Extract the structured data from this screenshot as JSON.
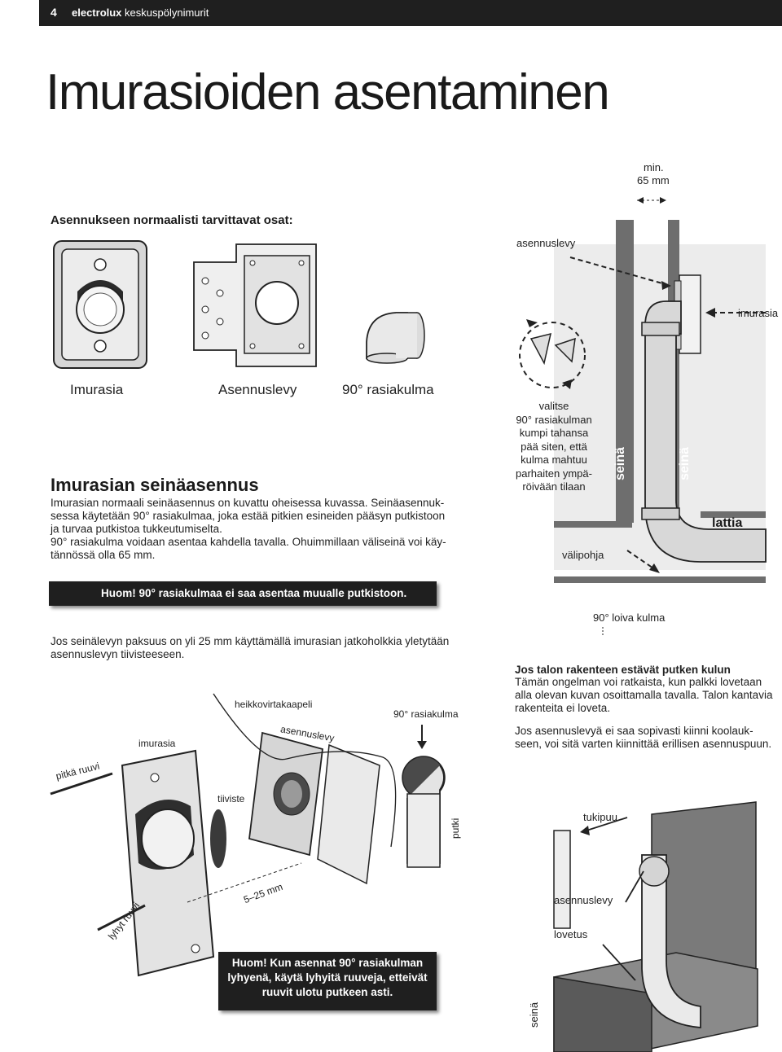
{
  "header": {
    "page_number": "4",
    "brand": "electrolux",
    "product": "keskuspölynimurit"
  },
  "title": "Imurasioiden asentaminen",
  "parts": {
    "heading": "Asennukseen normaalisti tarvittavat osat:",
    "items": [
      "Imurasia",
      "Asennuslevy",
      "90° rasiakulma"
    ]
  },
  "wall_install": {
    "heading": "Imurasian seinäasennus",
    "lines": [
      "Imurasian normaali seinäasennus on kuvattu oheisessa kuvassa. Seinäasennuk-",
      "sessa käytetään 90° rasiakulmaa, joka estää pitkien esineiden pääsyn putkistoon",
      "ja turvaa putkistoa tukkeutumiselta.",
      "90° rasiakulma voidaan asentaa kahdella tavalla. Ohuimmillaan väliseinä voi käy-",
      "tännössä olla 65 mm."
    ]
  },
  "notice1": "Huom! 90° rasiakulmaa ei saa asentaa muualle putkistoon.",
  "thick_wall": [
    "Jos seinälevyn paksuus on yli 25 mm käyttämällä imurasian jatkoholkkia yletytään",
    "asennuslevyn tiivisteeseen."
  ],
  "diagram1": {
    "min1": "min.",
    "min2": "65 mm",
    "asennuslevy": "asennuslevy",
    "imurasia": "imurasia",
    "valitse": [
      "valitse",
      "90° rasiakulman",
      "kumpi tahansa",
      "pää siten, että",
      "kulma mahtuu",
      "parhaiten ympä-",
      "röivään tilaan"
    ],
    "seina": "seinä",
    "lattia": "lattia",
    "valipohja": "välipohja"
  },
  "exploded": {
    "heikkovirtakaapeli": "heikkovirtakaapeli",
    "asennuslevy": "asennuslevy",
    "rasiakulma": "90° rasiakulma",
    "imurasia": "imurasia",
    "pitka_ruuvi": "pitkä ruuvi",
    "tiiviste": "tiiviste",
    "putki": "putki",
    "range": "5–25 mm",
    "lyhyt_ruuvi": "lyhyt ruuvi"
  },
  "notice2": "Huom! Kun asennat 90° rasiakulman lyhyenä, käytä lyhyitä ruuveja, etteivät ruuvit ulotu putkeen asti.",
  "beam": {
    "loiva": "90° loiva kulma",
    "heading": "Jos talon rakenteen estävät putken kulun",
    "lines1": [
      "Tämän ongelman voi ratkaista, kun palkki lovetaan",
      "alla olevan kuvan osoittamalla tavalla. Talon kantavia",
      "rakenteita ei loveta."
    ],
    "lines2": [
      "Jos asennuslevyä ei saa sopivasti kiinni koolauk-",
      "seen, voi sitä varten kiinnittää erillisen asennuspuun."
    ],
    "tukipuu": "tukipuu",
    "asennuslevy": "asennuslevy",
    "lovetus": "lovetus",
    "seina": "seinä"
  },
  "colors": {
    "dark": "#1f1f1f",
    "wall": "#6e6e6e",
    "panel": "#e6e6e6"
  }
}
